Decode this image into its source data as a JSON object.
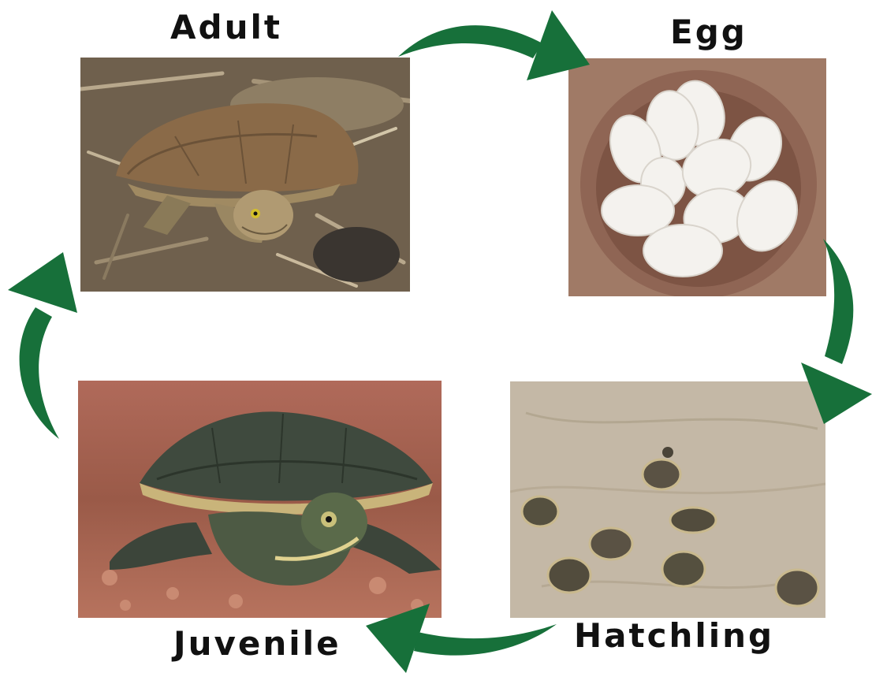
{
  "stages": {
    "adult": "Adult",
    "egg": "Egg",
    "hatchling": "Hatchling",
    "juvenile": "Juvenile"
  },
  "colors": {
    "arrow": "#17703a",
    "label": "#111111",
    "soil": "#9a6a55",
    "sand": "#c8bcaa",
    "leaf_litter": "#7a6a55"
  },
  "icons": {
    "cycle_arrows": [
      "curved-arrow-icon",
      "curved-arrow-icon",
      "curved-arrow-icon",
      "curved-arrow-icon"
    ]
  }
}
